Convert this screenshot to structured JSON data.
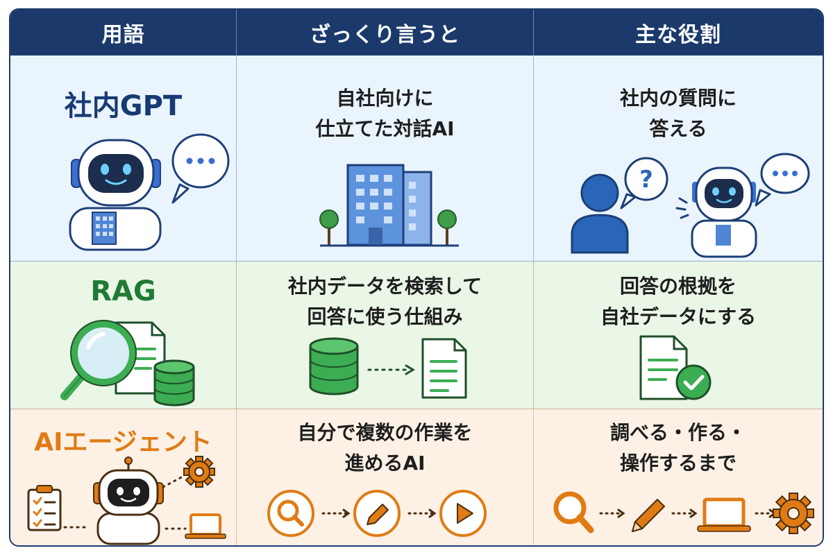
{
  "header": {
    "col1": "用語",
    "col2": "ざっくり言うと",
    "col3": "主な役割"
  },
  "rows": [
    {
      "term": "社内GPT",
      "summary_lines": [
        "自社向けに",
        "仕立てた対話AI"
      ],
      "role_lines": [
        "社内の質問に",
        "答える"
      ],
      "color": "#173a73"
    },
    {
      "term": "RAG",
      "summary_lines": [
        "社内データを検索して",
        "回答に使う仕組み"
      ],
      "role_lines": [
        "回答の根拠を",
        "自社データにする"
      ],
      "color": "#1f7a34"
    },
    {
      "term": "AIエージェント",
      "summary_lines": [
        "自分で複数の作業を",
        "進めるAI"
      ],
      "role_lines": [
        "調べる・作る・",
        "操作するまで"
      ],
      "color": "#e07b14"
    }
  ],
  "icons": [
    "robot-icon",
    "speech-bubble-icon",
    "building-icon",
    "tree-icon",
    "person-icon",
    "question-bubble-icon",
    "magnifier-icon",
    "document-icon",
    "database-icon",
    "check-badge-icon",
    "clipboard-icon",
    "gear-icon",
    "laptop-icon",
    "pencil-icon",
    "play-icon"
  ]
}
